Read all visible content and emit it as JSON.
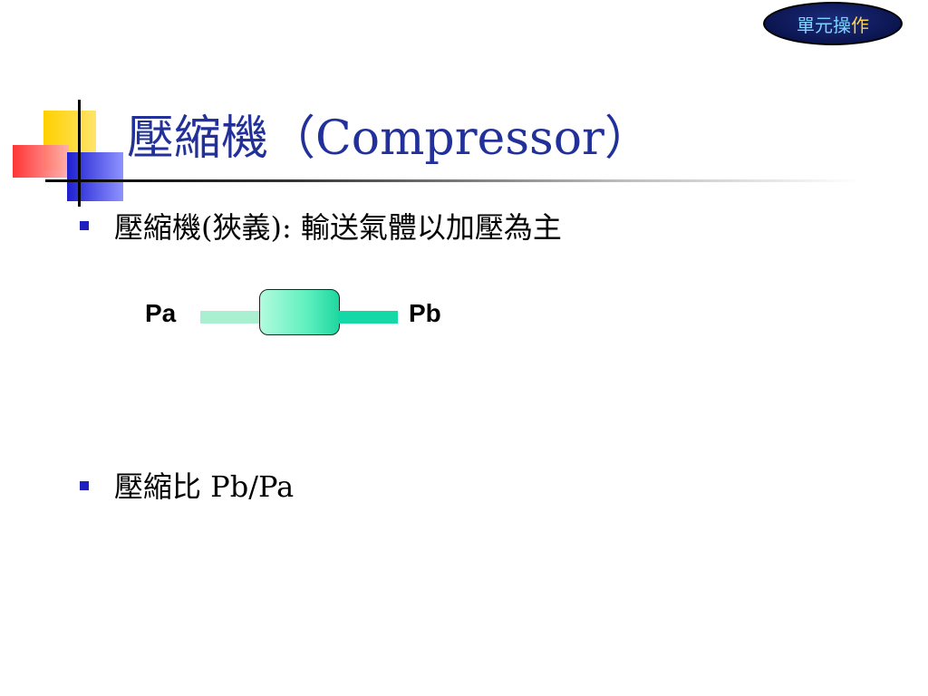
{
  "badge": {
    "text_main": "單元操",
    "text_last": "作"
  },
  "slide": {
    "title": "壓縮機（Compressor）",
    "items": [
      {
        "text": "壓縮機(狹義):  輸送氣體以加壓為主"
      },
      {
        "text": "壓縮比  Pb/Pa"
      }
    ],
    "diagram": {
      "inlet_label": "Pa",
      "outlet_label": "Pb"
    }
  },
  "colors": {
    "title": "#22319a",
    "bullet": "#2020c0",
    "badge_bg": "#0b1550",
    "badge_text": "#7fd4ff",
    "badge_accent": "#ffd447"
  }
}
